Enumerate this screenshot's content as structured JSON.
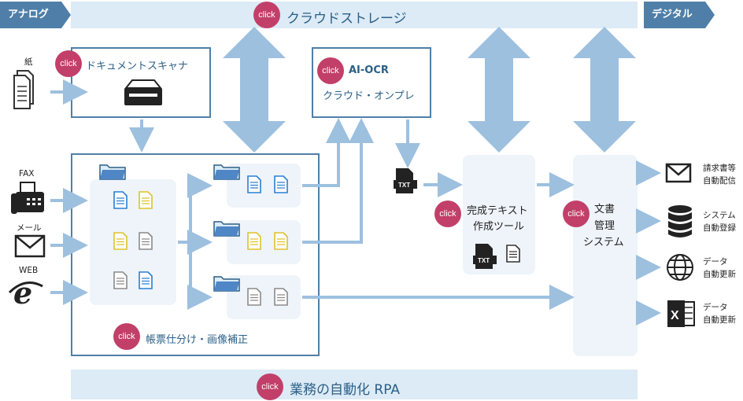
{
  "tags": {
    "analog": "アナログ",
    "digital": "デジタル"
  },
  "click_label": "click",
  "top_band": {
    "title": "クラウドストレージ"
  },
  "bottom_band": {
    "title": "業務の自動化 RPA"
  },
  "scanner_box": {
    "title": "ドキュメントスキャナ"
  },
  "ocr_box": {
    "title": "AI-OCR",
    "subtitle": "クラウド・オンプレ"
  },
  "sort_box": {
    "title": "帳票仕分け・画像補正"
  },
  "text_tool": {
    "line1": "完成テキスト",
    "line2": "作成ツール"
  },
  "doc_system": {
    "line1": "文書",
    "line2": "管理",
    "line3": "システム"
  },
  "inputs": {
    "paper": "紙",
    "fax": "FAX",
    "mail": "メール",
    "web": "WEB"
  },
  "txt_label": "TXT",
  "outputs": [
    {
      "line1": "請求書等",
      "line2": "自動配信",
      "icon": "envelope-icon"
    },
    {
      "line1": "システム",
      "line2": "自動登録",
      "icon": "database-icon"
    },
    {
      "line1": "データ",
      "line2": "自動更新",
      "icon": "globe-icon"
    },
    {
      "line1": "データ",
      "line2": "自動更新",
      "icon": "excel-icon"
    }
  ],
  "colors": {
    "band": "#dcebf6",
    "accent": "#c23f6a",
    "frame": "#4f7fa8",
    "arrow": "#9dc0df",
    "blue_doc": "#2a7fd4",
    "yellow_doc": "#e0c12a",
    "gray_doc": "#8a8a8a"
  }
}
